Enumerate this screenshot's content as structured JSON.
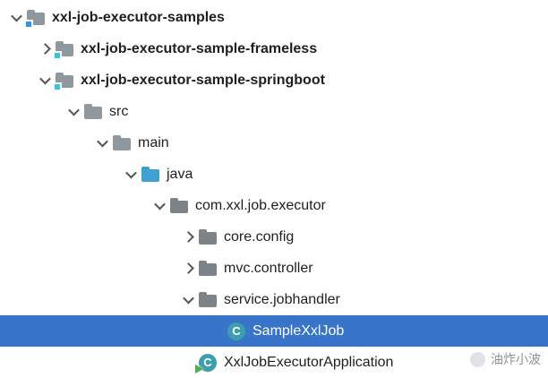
{
  "colors": {
    "selection": "#3874c9",
    "source-folder": "#3fa0d2",
    "module-badge": "#35c4e2",
    "run-overlay-green": "#4caf50"
  },
  "tree": {
    "items": [
      {
        "label": "xxl-job-executor-samples",
        "icon": "project-folder-icon",
        "state": "expanded",
        "bold": true,
        "selected": false
      },
      {
        "label": "xxl-job-executor-sample-frameless",
        "icon": "module-folder-icon",
        "state": "collapsed",
        "bold": true,
        "selected": false
      },
      {
        "label": "xxl-job-executor-sample-springboot",
        "icon": "module-folder-icon",
        "state": "expanded",
        "bold": true,
        "selected": false
      },
      {
        "label": "src",
        "icon": "folder-icon",
        "state": "expanded",
        "bold": false,
        "selected": false
      },
      {
        "label": "main",
        "icon": "folder-icon",
        "state": "expanded",
        "bold": false,
        "selected": false
      },
      {
        "label": "java",
        "icon": "source-folder-icon",
        "state": "expanded",
        "bold": false,
        "selected": false
      },
      {
        "label": "com.xxl.job.executor",
        "icon": "package-icon",
        "state": "expanded",
        "bold": false,
        "selected": false
      },
      {
        "label": "core.config",
        "icon": "package-icon",
        "state": "collapsed",
        "bold": false,
        "selected": false
      },
      {
        "label": "mvc.controller",
        "icon": "package-icon",
        "state": "collapsed",
        "bold": false,
        "selected": false
      },
      {
        "label": "service.jobhandler",
        "icon": "package-icon",
        "state": "expanded",
        "bold": false,
        "selected": false
      },
      {
        "label": "SampleXxlJob",
        "icon": "class-icon",
        "state": "leaf",
        "bold": false,
        "selected": true
      },
      {
        "label": "XxlJobExecutorApplication",
        "icon": "runnable-class-icon",
        "state": "leaf",
        "bold": false,
        "selected": false
      }
    ]
  },
  "watermark": {
    "text": "油炸小波"
  }
}
